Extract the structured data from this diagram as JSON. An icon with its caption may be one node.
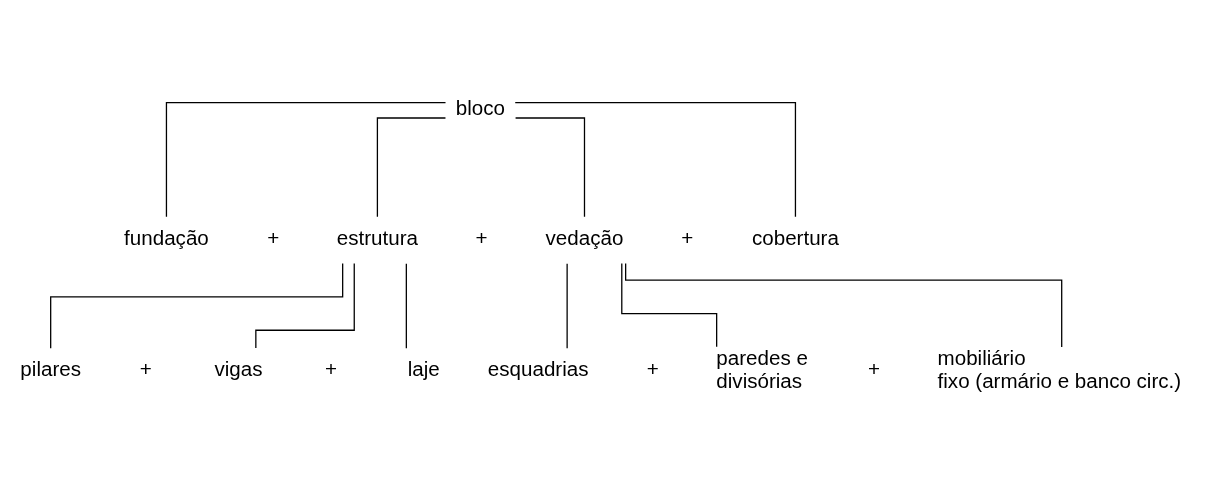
{
  "diagram": {
    "nodes": [
      {
        "text": [
          "bloco"
        ]
      },
      {
        "text": [
          "fundação"
        ]
      },
      {
        "text": [
          "estrutura"
        ]
      },
      {
        "text": [
          "vedação"
        ]
      },
      {
        "text": [
          "cobertura"
        ]
      },
      {
        "text": [
          "pilares"
        ]
      },
      {
        "text": [
          "vigas"
        ]
      },
      {
        "text": [
          "laje"
        ]
      },
      {
        "text": [
          "esquadrias"
        ]
      },
      {
        "text": [
          "paredes e divisórias"
        ]
      },
      {
        "text": [
          "mobiliário fixo (armário e banco circ.)"
        ]
      }
    ],
    "edges": [
      {
        "from": 0,
        "to": 1,
        "arrow": "none"
      },
      {
        "from": 0,
        "to": 2,
        "arrow": "none"
      },
      {
        "from": 0,
        "to": 3,
        "arrow": "none"
      },
      {
        "from": 0,
        "to": 4,
        "arrow": "none"
      },
      {
        "from": 2,
        "to": 5,
        "arrow": "none"
      },
      {
        "from": 2,
        "to": 6,
        "arrow": "none"
      },
      {
        "from": 2,
        "to": 7,
        "arrow": "none"
      },
      {
        "from": 3,
        "to": 8,
        "arrow": "none"
      },
      {
        "from": 3,
        "to": 9,
        "arrow": "none"
      },
      {
        "from": 3,
        "to": 10,
        "arrow": "none"
      }
    ],
    "labels": [
      "+",
      "+",
      "+",
      "+",
      "+",
      "+",
      "+"
    ]
  }
}
